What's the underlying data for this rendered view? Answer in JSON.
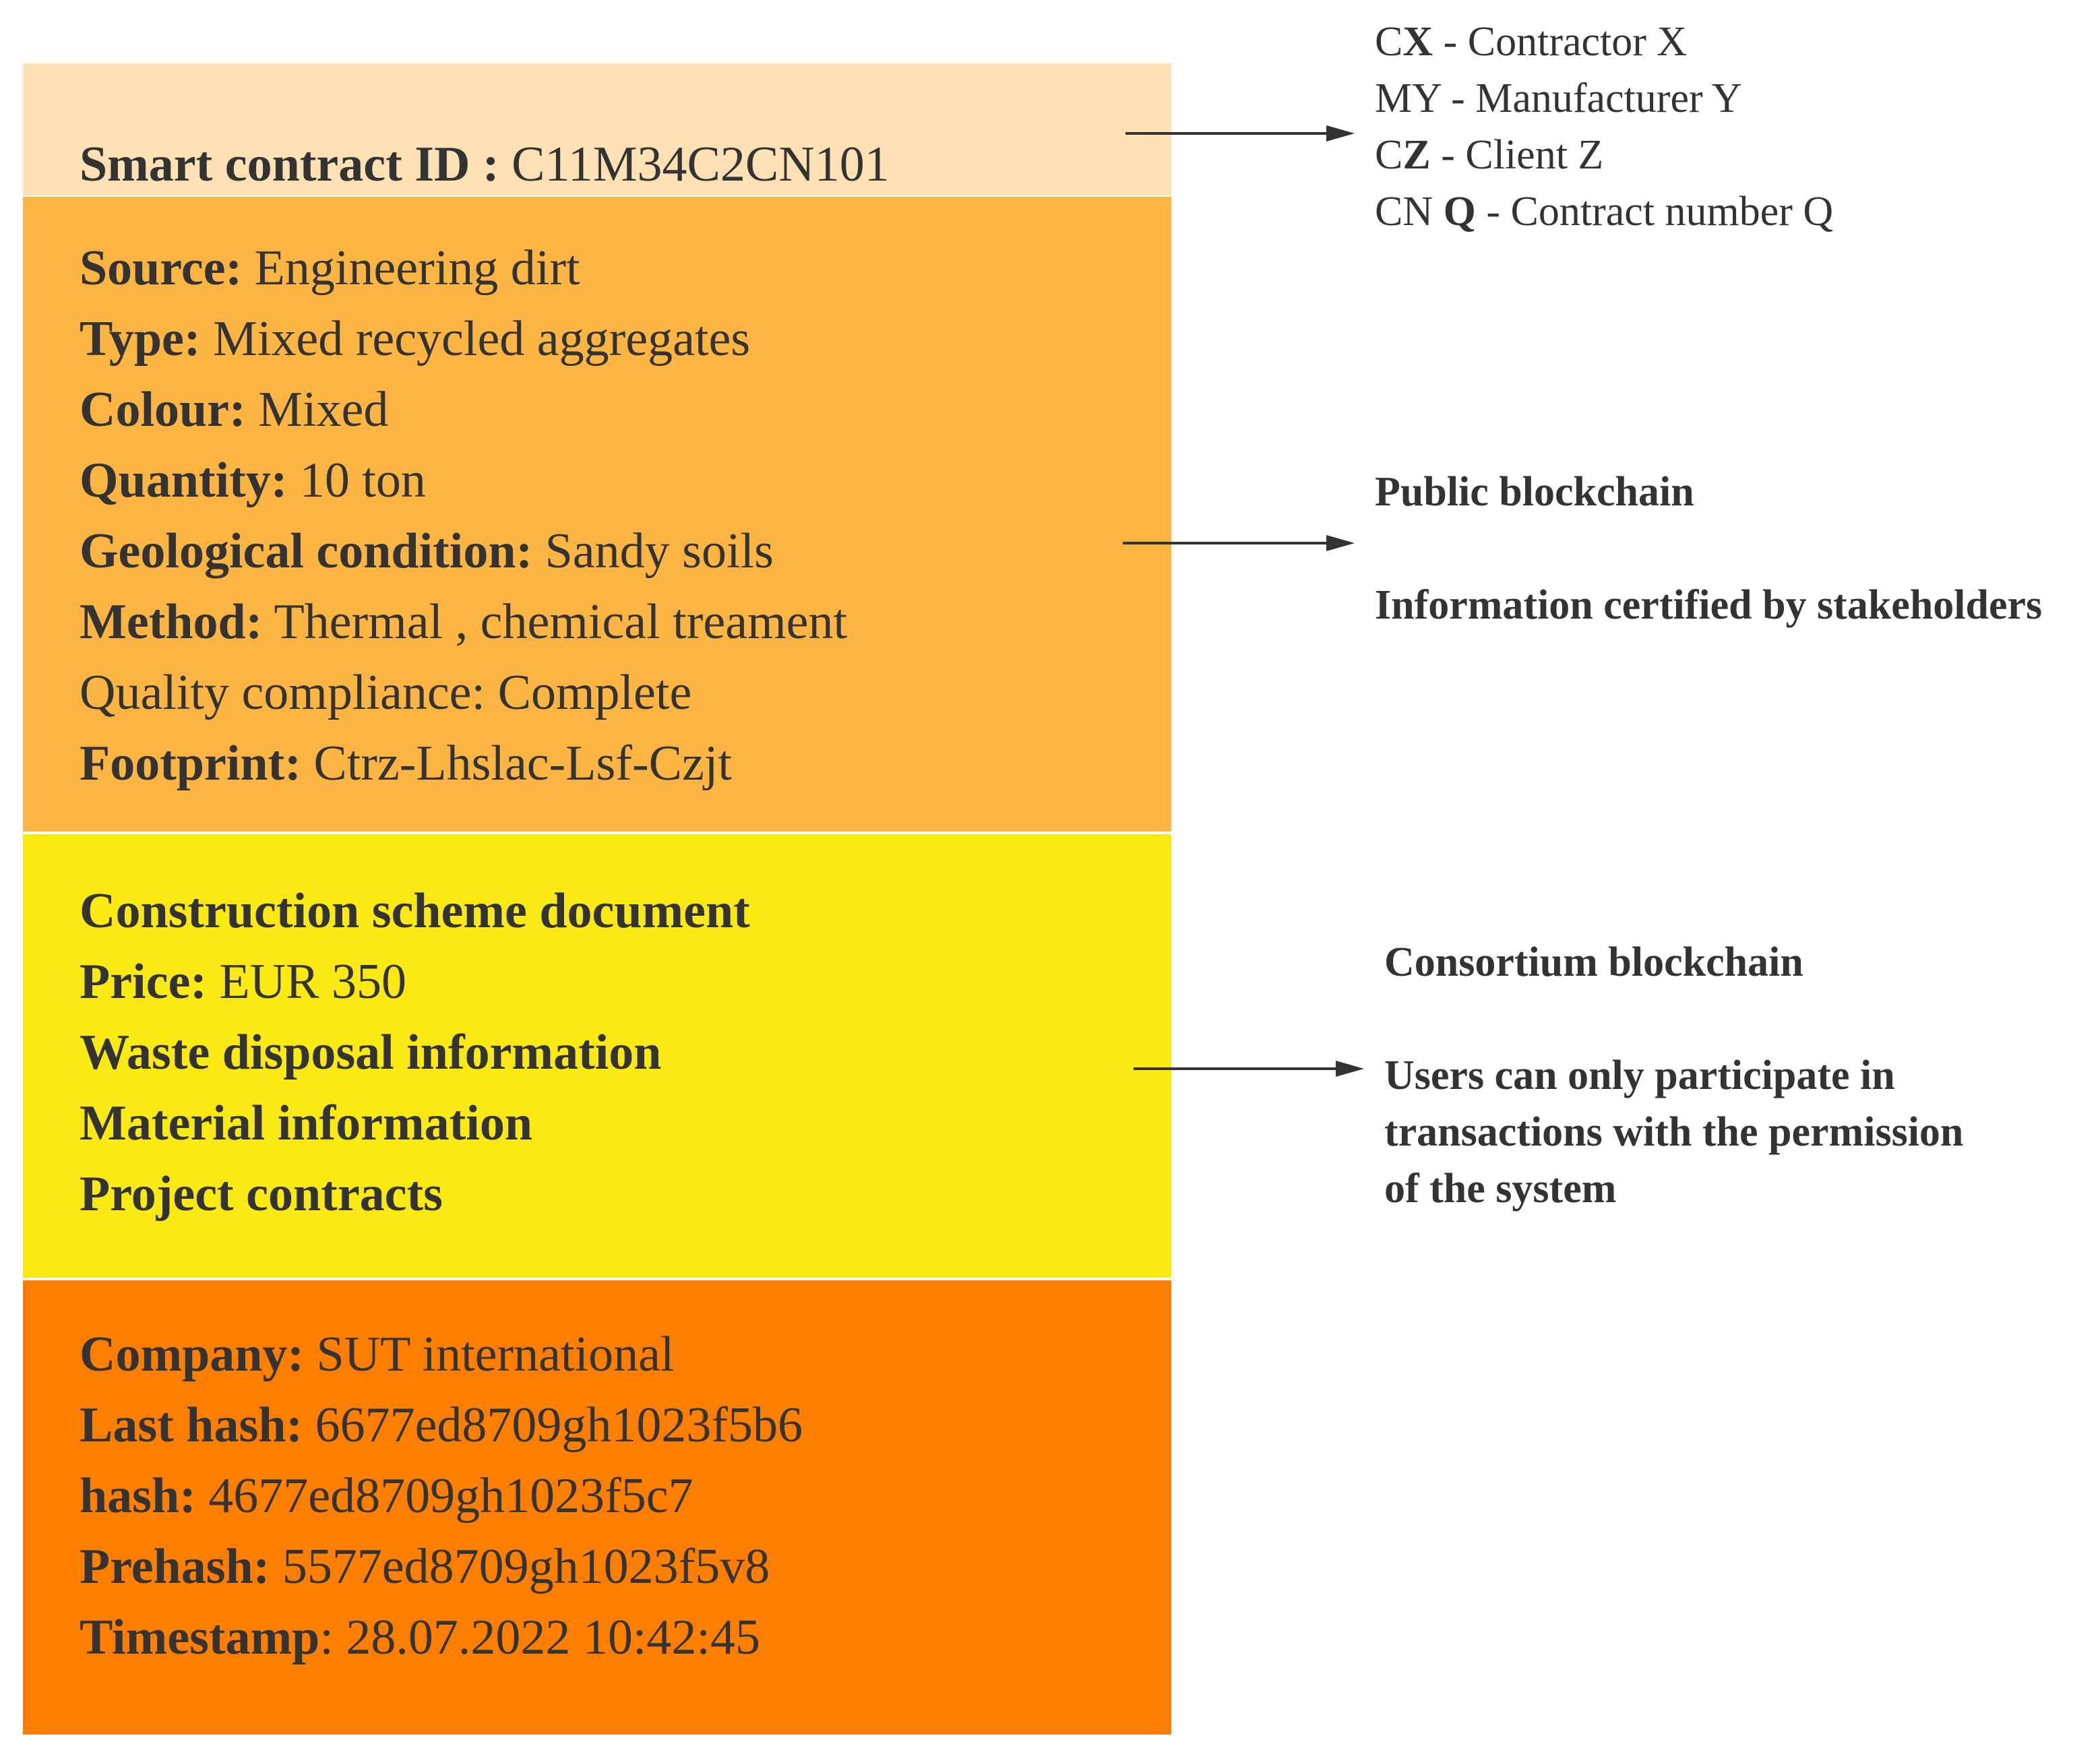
{
  "id_block": {
    "label": "Smart contract ID :",
    "value": " C11M34C2CN101",
    "color": "#fde0b3"
  },
  "public_block": {
    "color": "#fcb442",
    "fields": [
      {
        "label": "Source:",
        "value": " Engineering dirt"
      },
      {
        "label": "Type:",
        "value": " Mixed recycled aggregates"
      },
      {
        "label": "Colour:",
        "value": " Mixed"
      },
      {
        "label": "Quantity:",
        "value": " 10 ton"
      },
      {
        "label": "Geological condition:",
        "value": " Sandy soils"
      },
      {
        "label": "Method:",
        "value": " Thermal , chemical treament"
      },
      {
        "label": "",
        "value": "Quality compliance: Complete"
      },
      {
        "label": "Footprint:",
        "value": " Ctrz-Lhslac-Lsf-Czjt"
      }
    ]
  },
  "consortium_block": {
    "color": "#fbe913",
    "fields": [
      {
        "label": "Construction scheme document",
        "value": ""
      },
      {
        "label": "Price:",
        "value": " EUR 350"
      },
      {
        "label": "Waste disposal information",
        "value": ""
      },
      {
        "label": "Material information",
        "value": ""
      },
      {
        "label": "Project contracts",
        "value": ""
      }
    ]
  },
  "chain_block": {
    "color": "#fe7f00",
    "fields": [
      {
        "label": "Company:",
        "value": " SUT international"
      },
      {
        "label": "Last hash:",
        "value": " 6677ed8709gh1023f5b6"
      },
      {
        "label": "hash:",
        "value": " 4677ed8709gh1023f5c7"
      },
      {
        "label": "Prehash:",
        "value": " 5577ed8709gh1023f5v8"
      },
      {
        "label": "Timestamp",
        "value": ": 28.07.2022  10:42:45"
      }
    ]
  },
  "legend": [
    {
      "prefix": "C",
      "bold": "X",
      "rest": " - Contractor X"
    },
    {
      "prefix": "MY",
      "bold": "",
      "rest": " - Manufacturer Y"
    },
    {
      "prefix": "C",
      "bold": "Z",
      "rest": " - Client Z"
    },
    {
      "prefix": "CN ",
      "bold": "Q",
      "rest": " - Contract number Q"
    }
  ],
  "public_note": {
    "title": "Public blockchain",
    "text": "Information certified by stakeholders"
  },
  "consortium_note": {
    "title": "Consortium blockchain",
    "lines": [
      "Users can only participate in",
      "transactions with the permission",
      "of the system"
    ]
  }
}
